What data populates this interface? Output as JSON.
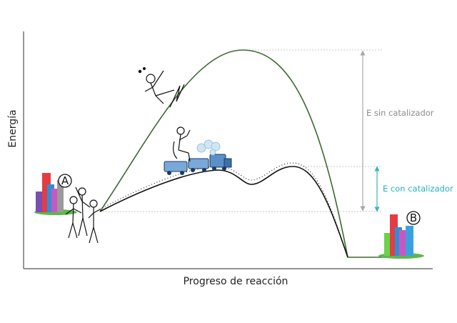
{
  "axes": {
    "y_label": "Energía",
    "x_label": "Progreso de reacción"
  },
  "annotations": {
    "uncatalyzed": "E sin catalizador",
    "catalyzed": "E con catalizador"
  },
  "nodes": {
    "start": "A",
    "end": "B"
  },
  "colors": {
    "uncatalyzed_curve": "#3b6a2f",
    "catalyzed_curve": "#111111",
    "uncatalyzed_text": "#8c8c8c",
    "catalyzed_text": "#27b3b8",
    "uncatalyzed_arrow": "#a8a8a8",
    "catalyzed_arrow": "#3ab7b7"
  }
}
